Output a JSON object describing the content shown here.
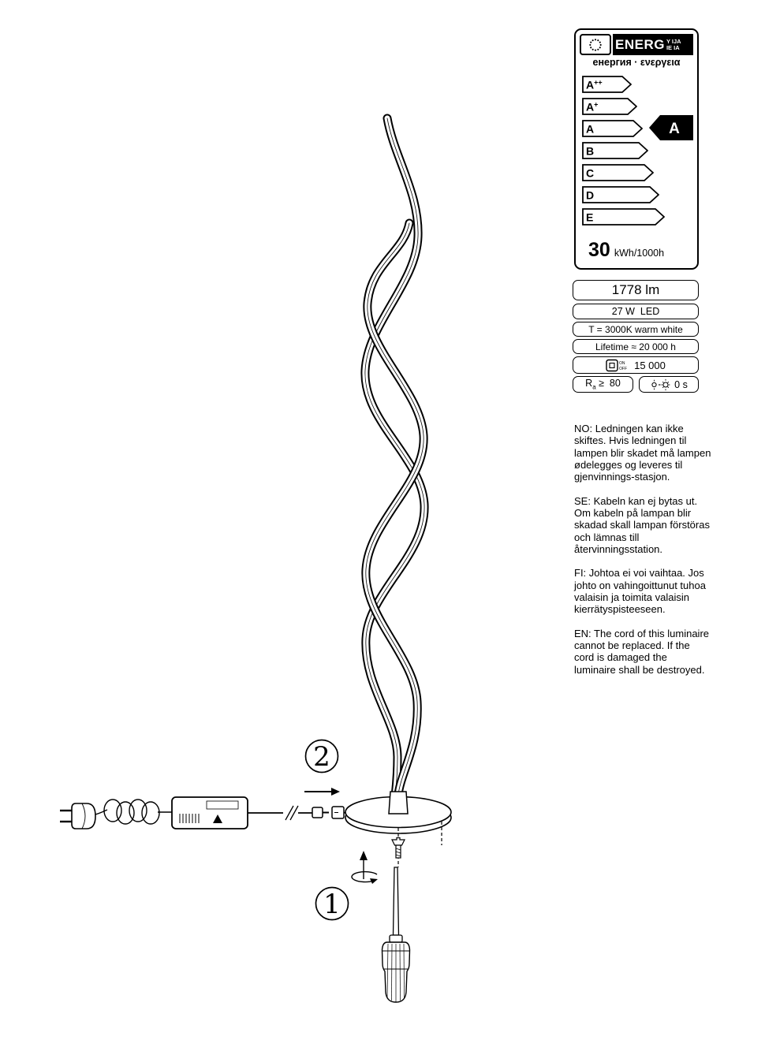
{
  "energy_label": {
    "word_main": "ENERG",
    "word_suffix_top": "Y IJA",
    "word_suffix_bottom": "IE IA",
    "subtitle": "енергия · ενεργεια",
    "classes": [
      {
        "letter": "A",
        "sup": "++"
      },
      {
        "letter": "A",
        "sup": "+"
      },
      {
        "letter": "A",
        "sup": ""
      },
      {
        "letter": "B",
        "sup": ""
      },
      {
        "letter": "C",
        "sup": ""
      },
      {
        "letter": "D",
        "sup": ""
      },
      {
        "letter": "E",
        "sup": ""
      }
    ],
    "rating": "A",
    "consumption_value": "30",
    "consumption_unit": "kWh/1000h"
  },
  "specs": {
    "luminous_flux": "1778 lm",
    "power": "27 W  LED",
    "color_temperature": "T = 3000K warm white",
    "lifetime": "Lifetime ≈ 20 000 h",
    "switch_on": "ON",
    "switch_off": "OFF",
    "switching_cycles": "15 000",
    "cri_main": "R",
    "cri_sub": "a",
    "cri_rest": "≥  80",
    "start_time": "0 s"
  },
  "notices": [
    "NO: Ledningen kan ikke skiftes. Hvis ledningen til lampen blir skadet må lampen ødelegges og leveres til gjenvinnings-stasjon.",
    "SE: Kabeln kan ej bytas ut. Om kabeln på lampan blir skadad skall lampan förstöras och lämnas till återvinningsstation.",
    "FI: Johtoa ei voi vaihtaa. Jos johto on vahingoittunut tuhoa valaisin ja toimita valaisin kierrätyspisteeseen.",
    "EN: The cord of this luminaire cannot be replaced. If the cord is damaged the luminaire shall be destroyed."
  ],
  "steps": {
    "step1": "1",
    "step2": "2"
  },
  "colors": {
    "ink": "#000000",
    "paper": "#ffffff"
  }
}
